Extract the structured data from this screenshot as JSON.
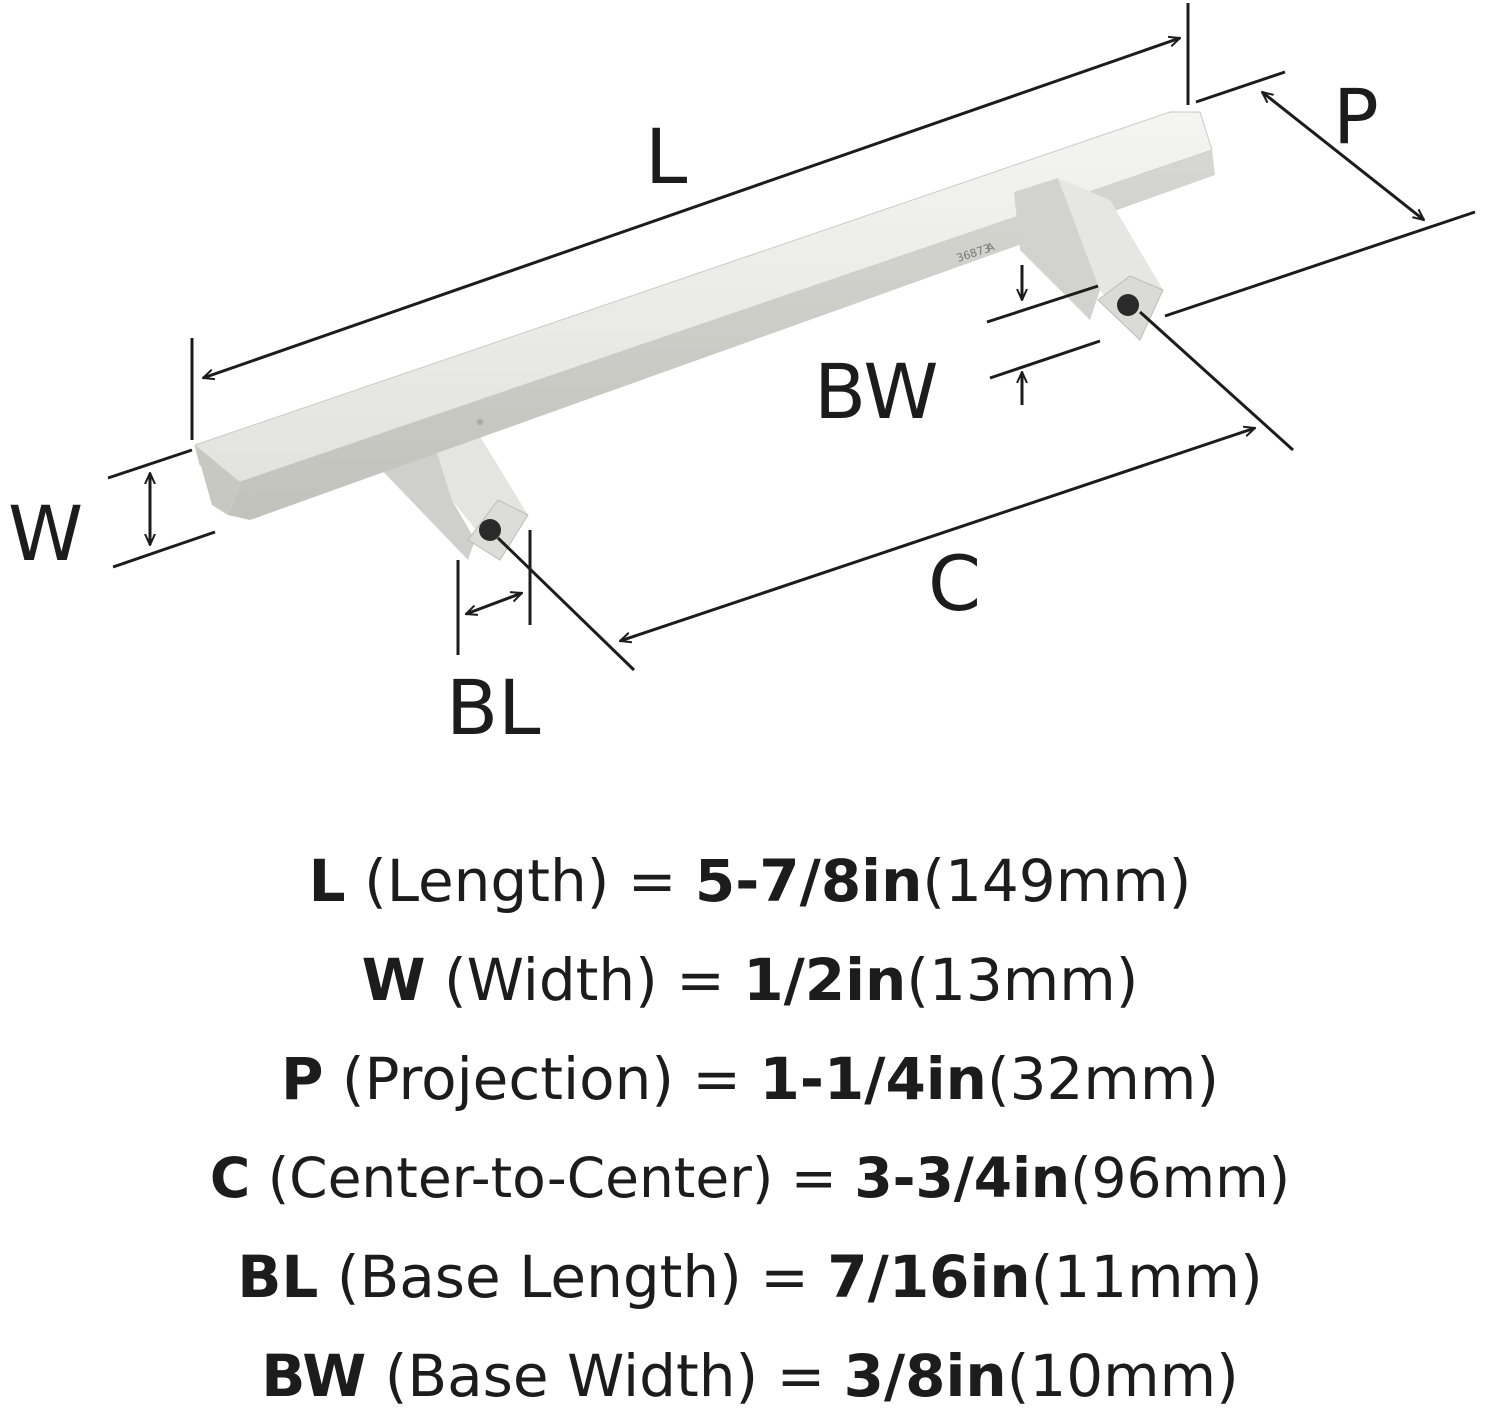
{
  "diagram": {
    "part_number": "36873",
    "mark": "A",
    "labels": {
      "L": "L",
      "P": "P",
      "W": "W",
      "BW": "BW",
      "C": "C",
      "BL": "BL"
    }
  },
  "specs": [
    {
      "symbol": "L",
      "description": "(Length)",
      "equals": "=",
      "imperial": "5-7/8in",
      "metric": "(149mm)"
    },
    {
      "symbol": "W",
      "description": "(Width)",
      "equals": "=",
      "imperial": "1/2in",
      "metric": "(13mm)"
    },
    {
      "symbol": "P",
      "description": "(Projection)",
      "equals": "=",
      "imperial": "1-1/4in",
      "metric": "(32mm)"
    },
    {
      "symbol": "C",
      "description": "(Center-to-Center)",
      "equals": "=",
      "imperial": "3-3/4in",
      "metric": "(96mm)"
    },
    {
      "symbol": "BL",
      "description": "(Base Length)",
      "equals": "=",
      "imperial": "7/16in",
      "metric": "(11mm)"
    },
    {
      "symbol": "BW",
      "description": "(Base Width)",
      "equals": "=",
      "imperial": "3/8in",
      "metric": "(10mm)"
    }
  ]
}
